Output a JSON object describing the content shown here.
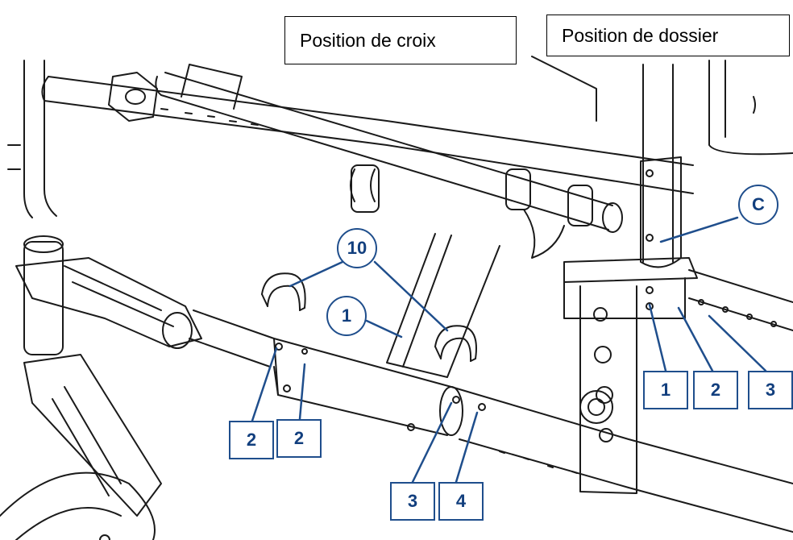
{
  "labels": {
    "position_croix": "Position de croix",
    "position_dossier": "Position de dossier"
  },
  "callouts": {
    "circle_c": "C",
    "circle_10": "10",
    "circle_1": "1",
    "box_2_left": "2",
    "box_2_middle": "2",
    "box_3_bottom": "3",
    "box_4_bottom": "4",
    "box_1_right": "1",
    "box_2_right": "2",
    "box_3_right": "3"
  },
  "colors": {
    "callout_blue": "#1f4e8c",
    "line_art": "#1a1a1a",
    "background": "#ffffff"
  }
}
